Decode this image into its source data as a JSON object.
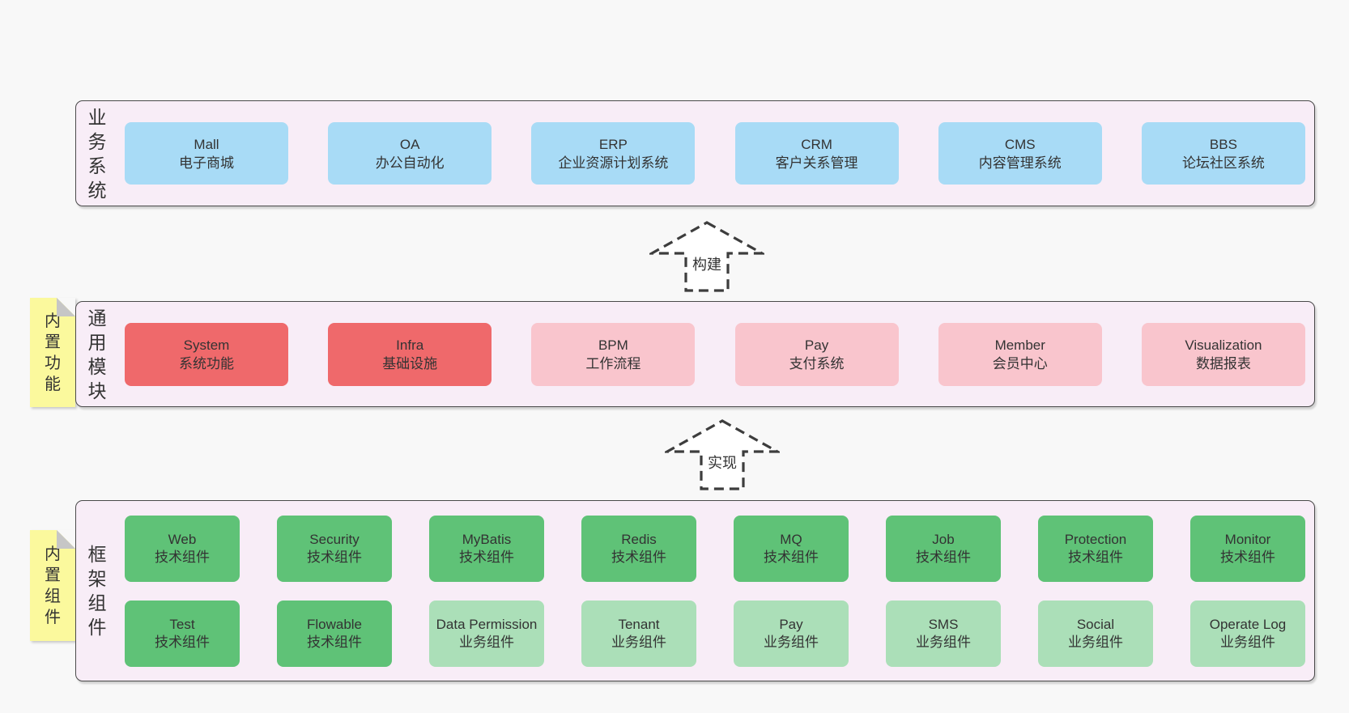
{
  "diagram": {
    "layers": {
      "business": {
        "label": "业务系统",
        "items": [
          {
            "name": "Mall",
            "subtitle": "电子商城"
          },
          {
            "name": "OA",
            "subtitle": "办公自动化"
          },
          {
            "name": "ERP",
            "subtitle": "企业资源计划系统"
          },
          {
            "name": "CRM",
            "subtitle": "客户关系管理"
          },
          {
            "name": "CMS",
            "subtitle": "内容管理系统"
          },
          {
            "name": "BBS",
            "subtitle": "论坛社区系统"
          }
        ]
      },
      "modules": {
        "label": "通用模块",
        "sticky": "内置功能",
        "items": [
          {
            "name": "System",
            "subtitle": "系统功能"
          },
          {
            "name": "Infra",
            "subtitle": "基础设施"
          },
          {
            "name": "BPM",
            "subtitle": "工作流程"
          },
          {
            "name": "Pay",
            "subtitle": "支付系统"
          },
          {
            "name": "Member",
            "subtitle": "会员中心"
          },
          {
            "name": "Visualization",
            "subtitle": "数据报表"
          }
        ]
      },
      "components": {
        "label": "框架组件",
        "sticky": "内置组件",
        "rows": [
          [
            {
              "name": "Web",
              "subtitle": "技术组件"
            },
            {
              "name": "Security",
              "subtitle": "技术组件"
            },
            {
              "name": "MyBatis",
              "subtitle": "技术组件"
            },
            {
              "name": "Redis",
              "subtitle": "技术组件"
            },
            {
              "name": "MQ",
              "subtitle": "技术组件"
            },
            {
              "name": "Job",
              "subtitle": "技术组件"
            },
            {
              "name": "Protection",
              "subtitle": "技术组件"
            },
            {
              "name": "Monitor",
              "subtitle": "技术组件"
            }
          ],
          [
            {
              "name": "Test",
              "subtitle": "技术组件"
            },
            {
              "name": "Flowable",
              "subtitle": "技术组件"
            },
            {
              "name": "Data Permission",
              "subtitle": "业务组件"
            },
            {
              "name": "Tenant",
              "subtitle": "业务组件"
            },
            {
              "name": "Pay",
              "subtitle": "业务组件"
            },
            {
              "name": "SMS",
              "subtitle": "业务组件"
            },
            {
              "name": "Social",
              "subtitle": "业务组件"
            },
            {
              "name": "Operate Log",
              "subtitle": "业务组件"
            }
          ]
        ]
      }
    },
    "arrows": [
      {
        "label": "构建"
      },
      {
        "label": "实现"
      }
    ],
    "colors": {
      "business_node": "#a8dbf6",
      "core_module_node": "#ef696b",
      "optional_module_node": "#f9c5cd",
      "tech_component_node": "#5fc277",
      "biz_component_node": "#abdfb8",
      "sticky_note": "#fbf99d",
      "layer_background": "#f8edf7"
    }
  }
}
